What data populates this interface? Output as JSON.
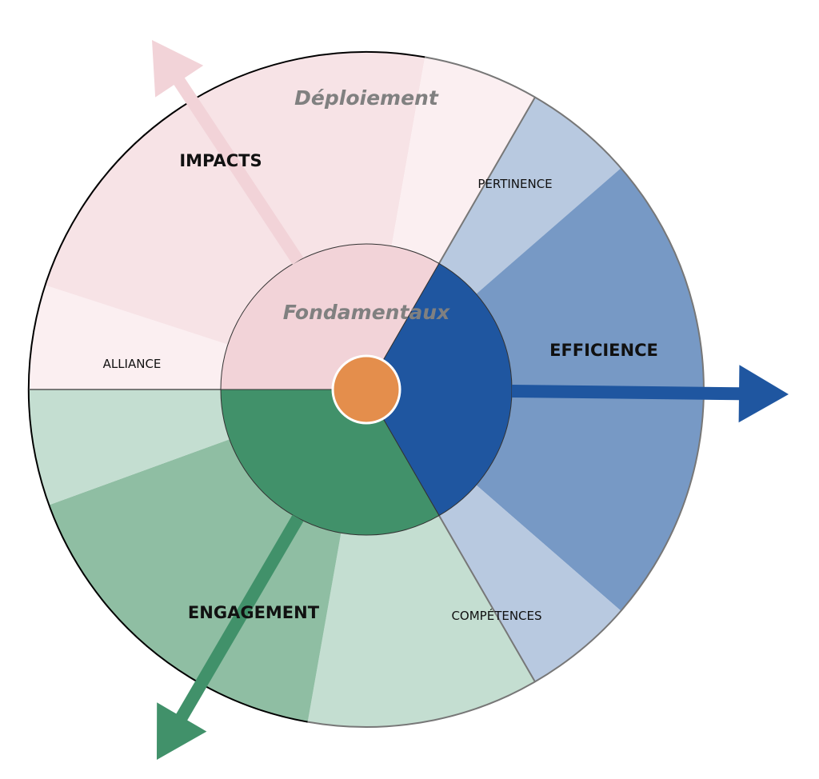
{
  "diagram": {
    "ring_labels": {
      "outer": "Déploiement",
      "inner": "Fondamentaux"
    },
    "dimensions": [
      {
        "name": "IMPACTS",
        "sub_label": "ALLIANCE",
        "colors": {
          "inner": "#f2d3d8",
          "outer_main": "#f7e3e6",
          "outer_light": "#fbeff1",
          "arrow": "#f2d3d8"
        }
      },
      {
        "name": "EFFICIENCE",
        "sub_label": "PERTINENCE",
        "colors": {
          "inner": "#1f56a0",
          "outer_main": "#7799c5",
          "outer_light": "#b8c9e0",
          "arrow": "#1f56a0"
        }
      },
      {
        "name": "ENGAGEMENT",
        "sub_label": "COMPÉTENCES",
        "colors": {
          "inner": "#41916a",
          "outer_main": "#8fbea3",
          "outer_light": "#c4ded1",
          "arrow": "#41916a"
        }
      }
    ],
    "center_color": "#e48e4c"
  }
}
